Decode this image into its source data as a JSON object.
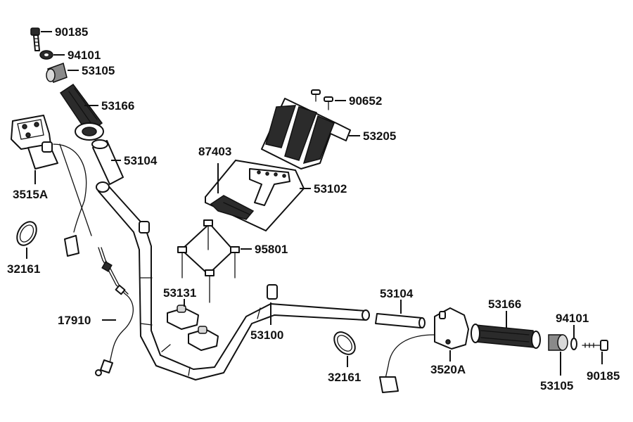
{
  "diagram": {
    "labels": {
      "bolt_top_left": "90185",
      "washer_top_left": "94101",
      "weight_top_left": "53105",
      "grip_left": "53166",
      "grip_cover_left": "53104",
      "master_cylinder": "3515A",
      "band_left": "32161",
      "cable": "17910",
      "screw_cover": "90652",
      "cover": "53205",
      "bracket_screw": "87403",
      "bracket": "53102",
      "bolts": "95801",
      "holder": "53131",
      "handlebar": "53100",
      "band_right": "32161",
      "grip_cover_right": "53104",
      "switch_right": "3520A",
      "grip_right": "53166",
      "washer_right": "94101",
      "weight_right": "53105",
      "bolt_right": "90185"
    }
  }
}
